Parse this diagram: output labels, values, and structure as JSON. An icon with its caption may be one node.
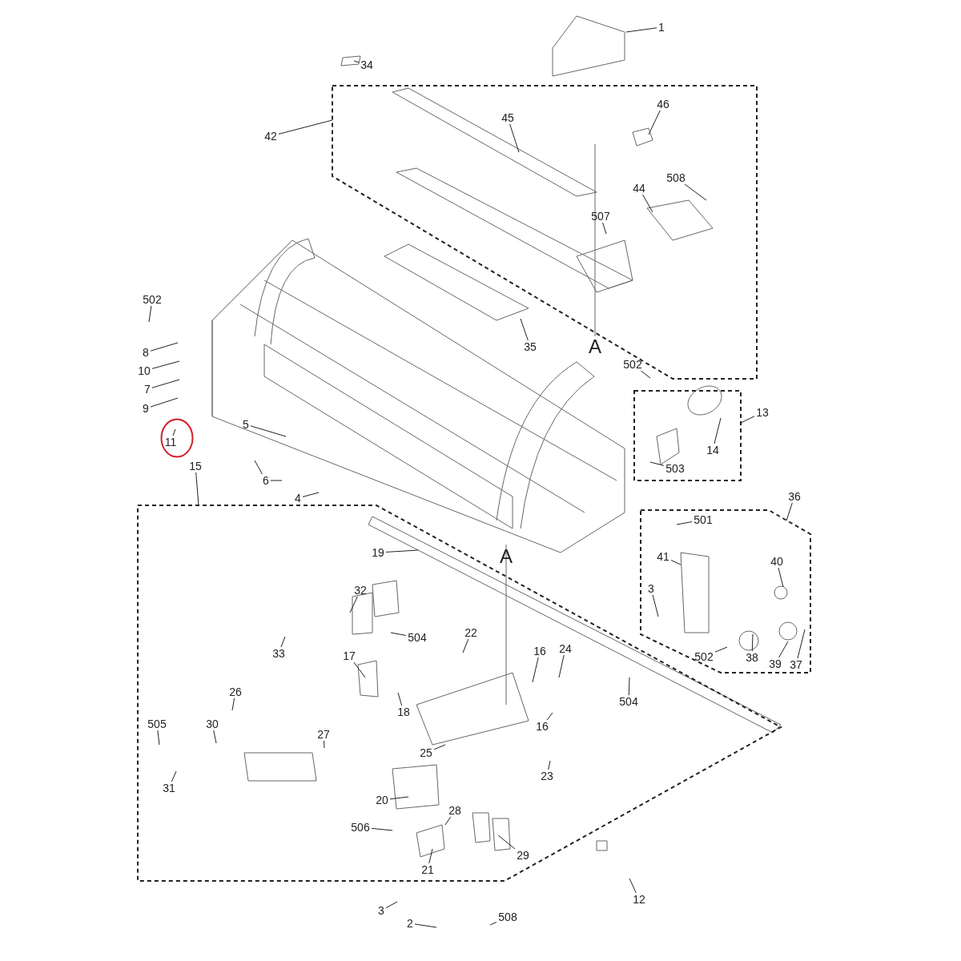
{
  "diagram": {
    "nodes": [
      {
        "text": [
          "1"
        ]
      },
      {
        "text": [
          "34"
        ]
      },
      {
        "text": [
          "42"
        ]
      },
      {
        "text": [],
        "shape": "box"
      },
      {
        "text": [
          "45"
        ],
        "in": 3
      },
      {
        "text": [
          "46"
        ],
        "in": 3
      },
      {
        "text": [
          "508"
        ],
        "in": 3
      },
      {
        "text": [
          "44"
        ],
        "in": 3
      },
      {
        "text": [
          "507"
        ],
        "in": 3
      },
      {
        "text": [
          "35"
        ]
      },
      {
        "text": [
          "502"
        ]
      },
      {
        "text": [
          "8"
        ]
      },
      {
        "text": [
          "10"
        ]
      },
      {
        "text": [
          "7"
        ]
      },
      {
        "text": [
          "9"
        ]
      },
      {
        "text": [],
        "shape": "circle"
      },
      {
        "text": [
          "11"
        ],
        "in": 15
      },
      {
        "text": [
          "15"
        ]
      },
      {
        "text": [
          "5"
        ]
      },
      {
        "text": [
          "6"
        ]
      },
      {
        "text": [
          "4"
        ]
      },
      {
        "text": [
          "502"
        ]
      },
      {
        "text": [
          "13"
        ]
      },
      {
        "text": [],
        "shape": "box"
      },
      {
        "text": [
          "14"
        ],
        "in": 23
      },
      {
        "text": [
          "503"
        ],
        "in": 23
      },
      {
        "text": [
          "36"
        ]
      },
      {
        "text": [],
        "shape": "box"
      },
      {
        "text": [
          "501"
        ],
        "in": 27
      },
      {
        "text": [
          "40"
        ],
        "in": 27
      },
      {
        "text": [
          "41"
        ],
        "in": 27
      },
      {
        "text": [
          "3"
        ],
        "in": 27
      },
      {
        "text": [
          "38"
        ],
        "in": 27
      },
      {
        "text": [
          "39"
        ],
        "in": 27
      },
      {
        "text": [
          "37"
        ],
        "in": 27
      },
      {
        "text": [
          "502"
        ],
        "in": 27
      },
      {
        "text": [],
        "shape": "box"
      },
      {
        "text": [
          "19"
        ],
        "in": 36
      },
      {
        "text": [
          "32"
        ],
        "in": 36
      },
      {
        "text": [
          "504"
        ],
        "in": 36
      },
      {
        "text": [
          "33"
        ],
        "in": 36
      },
      {
        "text": [
          "22"
        ],
        "in": 36
      },
      {
        "text": [
          "16"
        ],
        "in": 36
      },
      {
        "text": [
          "24"
        ],
        "in": 36
      },
      {
        "text": [
          "17"
        ],
        "in": 36
      },
      {
        "text": [
          "18"
        ],
        "in": 36
      },
      {
        "text": [
          "16"
        ],
        "in": 36
      },
      {
        "text": [
          "504"
        ],
        "in": 36
      },
      {
        "text": [
          "26"
        ],
        "in": 36
      },
      {
        "text": [
          "505"
        ],
        "in": 36
      },
      {
        "text": [
          "30"
        ],
        "in": 36
      },
      {
        "text": [
          "27"
        ],
        "in": 36
      },
      {
        "text": [
          "31"
        ],
        "in": 36
      },
      {
        "text": [
          "25"
        ],
        "in": 36
      },
      {
        "text": [
          "23"
        ],
        "in": 36
      },
      {
        "text": [
          "20"
        ],
        "in": 36
      },
      {
        "text": [
          "28"
        ],
        "in": 36
      },
      {
        "text": [
          "506"
        ],
        "in": 36
      },
      {
        "text": [
          "29"
        ],
        "in": 36
      },
      {
        "text": [
          "21"
        ],
        "in": 36
      },
      {
        "text": [
          "12"
        ]
      },
      {
        "text": [
          "3"
        ]
      },
      {
        "text": [
          "2"
        ]
      },
      {
        "text": [
          "508"
        ]
      }
    ],
    "edges": [
      {
        "from": 0,
        "to": null,
        "arrow": "none"
      },
      {
        "from": 1,
        "to": null,
        "arrow": "none"
      },
      {
        "from": 2,
        "to": 3,
        "arrow": "none"
      },
      {
        "from": 4,
        "to": null,
        "arrow": "none"
      },
      {
        "from": 5,
        "to": null,
        "arrow": "none"
      },
      {
        "from": 6,
        "to": null,
        "arrow": "none"
      },
      {
        "from": 7,
        "to": null,
        "arrow": "none"
      },
      {
        "from": 8,
        "to": null,
        "arrow": "none"
      },
      {
        "from": 9,
        "to": null,
        "arrow": "none"
      },
      {
        "from": 10,
        "to": null,
        "arrow": "none"
      },
      {
        "from": 11,
        "to": null,
        "arrow": "none"
      },
      {
        "from": 12,
        "to": null,
        "arrow": "none"
      },
      {
        "from": 13,
        "to": null,
        "arrow": "none"
      },
      {
        "from": 14,
        "to": null,
        "arrow": "none"
      },
      {
        "from": 16,
        "to": null,
        "arrow": "none"
      },
      {
        "from": 17,
        "to": 36,
        "arrow": "none"
      },
      {
        "from": 18,
        "to": null,
        "arrow": "none"
      },
      {
        "from": 19,
        "to": null,
        "arrow": "none"
      },
      {
        "from": 19,
        "to": null,
        "arrow": "none"
      },
      {
        "from": 20,
        "to": null,
        "arrow": "none"
      },
      {
        "from": 21,
        "to": null,
        "arrow": "none"
      },
      {
        "from": 22,
        "to": 23,
        "arrow": "none"
      },
      {
        "from": 24,
        "to": null,
        "arrow": "none"
      },
      {
        "from": 25,
        "to": null,
        "arrow": "none"
      },
      {
        "from": 26,
        "to": 27,
        "arrow": "none"
      },
      {
        "from": 28,
        "to": null,
        "arrow": "none"
      },
      {
        "from": 29,
        "to": null,
        "arrow": "none"
      },
      {
        "from": 30,
        "to": null,
        "arrow": "none"
      },
      {
        "from": 31,
        "to": null,
        "arrow": "none"
      },
      {
        "from": 32,
        "to": null,
        "arrow": "none"
      },
      {
        "from": 33,
        "to": null,
        "arrow": "none"
      },
      {
        "from": 34,
        "to": null,
        "arrow": "none"
      },
      {
        "from": 35,
        "to": null,
        "arrow": "none"
      },
      {
        "from": 37,
        "to": null,
        "arrow": "none"
      },
      {
        "from": 38,
        "to": null,
        "arrow": "none"
      },
      {
        "from": 39,
        "to": null,
        "arrow": "none"
      },
      {
        "from": 40,
        "to": null,
        "arrow": "none"
      },
      {
        "from": 41,
        "to": null,
        "arrow": "none"
      },
      {
        "from": 42,
        "to": null,
        "arrow": "none"
      },
      {
        "from": 43,
        "to": null,
        "arrow": "none"
      },
      {
        "from": 44,
        "to": null,
        "arrow": "none"
      },
      {
        "from": 45,
        "to": null,
        "arrow": "none"
      },
      {
        "from": 46,
        "to": null,
        "arrow": "none"
      },
      {
        "from": 47,
        "to": null,
        "arrow": "none"
      },
      {
        "from": 48,
        "to": null,
        "arrow": "none"
      },
      {
        "from": 49,
        "to": null,
        "arrow": "none"
      },
      {
        "from": 50,
        "to": null,
        "arrow": "none"
      },
      {
        "from": 51,
        "to": null,
        "arrow": "none"
      },
      {
        "from": 52,
        "to": null,
        "arrow": "none"
      },
      {
        "from": 53,
        "to": null,
        "arrow": "none"
      },
      {
        "from": 54,
        "to": null,
        "arrow": "none"
      },
      {
        "from": 55,
        "to": null,
        "arrow": "none"
      },
      {
        "from": 56,
        "to": null,
        "arrow": "none"
      },
      {
        "from": 57,
        "to": null,
        "arrow": "none"
      },
      {
        "from": 58,
        "to": null,
        "arrow": "none"
      },
      {
        "from": 59,
        "to": null,
        "arrow": "none"
      },
      {
        "from": 60,
        "to": null,
        "arrow": "none"
      },
      {
        "from": 61,
        "to": null,
        "arrow": "none"
      },
      {
        "from": 62,
        "to": null,
        "arrow": "none"
      },
      {
        "from": 63,
        "to": null,
        "arrow": "none"
      }
    ],
    "labels": [
      "A",
      "A"
    ]
  }
}
